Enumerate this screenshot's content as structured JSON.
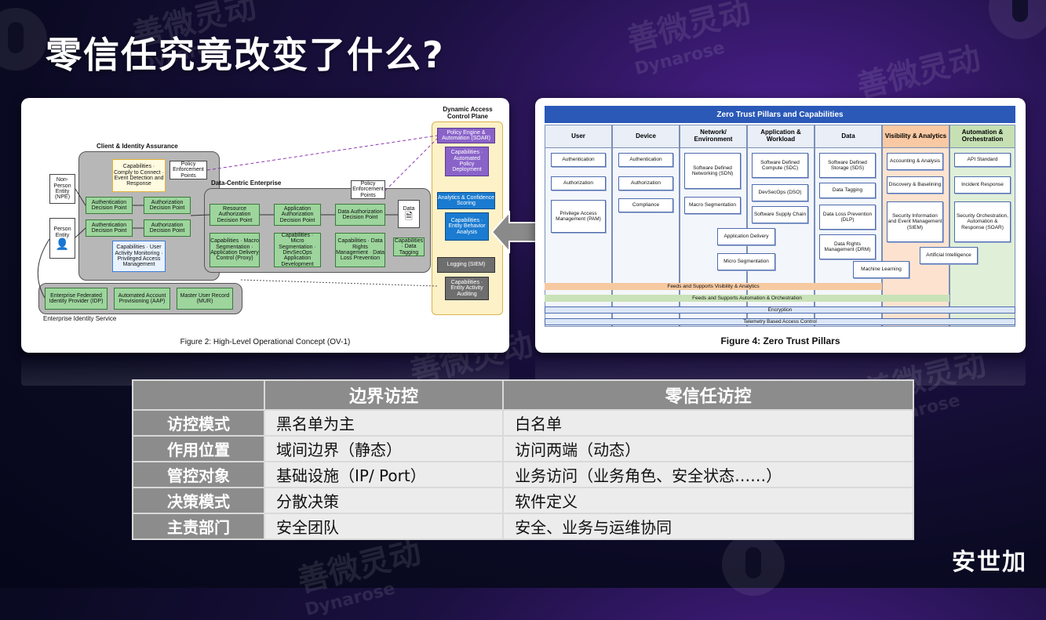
{
  "title": "零信任究竟改变了什么?",
  "logo": "安世加",
  "watermarks": [
    "善微灵动",
    "Dynarose"
  ],
  "left_figure": {
    "caption": "Figure 2: High-Level Operational Concept (OV-1)",
    "client_identity_group": "Client & Identity Assurance",
    "npe": "Non-Person Entity (NPE)",
    "person": "Person Entity",
    "authn_dp_1": "Authentication Decision Point",
    "authz_dp_1": "Authorization Decision Point",
    "authn_dp_2": "Authentication Decision Point",
    "authz_dp_2": "Authorization Decision Point",
    "cap_top": "Capabilities · Comply to Connect · Event Detection and Response",
    "cap_bottom": "Capabilities · User Activity Monitoring · Privileged Access Management",
    "pep_1": "Policy Enforcement Points",
    "data_centric": "Data-Centric Enterprise",
    "pep_2": "Policy Enforcement Points",
    "resource_dp": "Resource Authorization Decision Point",
    "app_dp": "Application Authorization Decision Point",
    "data_dp": "Data Authorization Decision Point",
    "data_label": "Data",
    "cap_resource": "Capabilities · Macro Segmentation · Application Delivery Control (Proxy)",
    "cap_app": "Capabilities · Micro Segmentation · DevSecOps Application Development",
    "cap_data": "Capabilities · Data Rights Management · Data Loss Prevention",
    "cap_tag": "Capabilities · Data Tagging",
    "dac_title": "Dynamic Access Control Plane",
    "policy_engine": "Policy Engine & Automation (SOAR)",
    "cap_policy": "Capabilities · Automated Policy Deployment",
    "analytics": "Analytics & Confidence Scoring",
    "cap_analytics": "Capabilities · Entity Behavior Analysis",
    "logging": "Logging (SIEM)",
    "cap_logging": "Capabilities · Entity Activity Auditing",
    "idp": "Enterprise Federated Identity Provider (IDP)",
    "aap": "Automated Account Provisioning (AAP)",
    "mur": "Master User Record (MUR)",
    "eis": "Enterprise Identity Service"
  },
  "right_figure": {
    "header": "Zero Trust Pillars and Capabilities",
    "caption": "Figure 4: Zero Trust Pillars",
    "columns": [
      "User",
      "Device",
      "Network/ Environment",
      "Application & Workload",
      "Data",
      "Visibility & Analytics",
      "Automation & Orchestration"
    ],
    "column_colors": [
      "#f3f6fb",
      "#f3f6fb",
      "#f3f6fb",
      "#f3f6fb",
      "#f3f6fb",
      "#fde3cf",
      "#e0efd8"
    ],
    "user_boxes": [
      "Authentication",
      "Authorization",
      "Privilege Access Management (PAM)"
    ],
    "device_boxes": [
      "Authentication",
      "Authorization",
      "Compliance"
    ],
    "network_boxes": [
      "Software Defined Networking (SDN)",
      "Macro Segmentation",
      "Application Delivery",
      "Micro Segmentation"
    ],
    "app_boxes": [
      "Software Defined Compute (SDC)",
      "DevSecOps (DSO)",
      "Software Supply Chain"
    ],
    "data_boxes": [
      "Software Defined Storage (SDS)",
      "Data Tagging",
      "Data Loss Prevention (DLP)",
      "Data Rights Management (DRM)"
    ],
    "vis_boxes": [
      "Accounting & Analysis",
      "Discovery & Baselining",
      "Security Information and Event Management (SIEM)",
      "Machine Learning",
      "Artificial Intelligence"
    ],
    "auto_boxes": [
      "API Standard",
      "Incident Response",
      "Security Orchestration, Automation & Response (SOAR)"
    ],
    "bars": [
      "Feeds and Supports Visibility & Analytics",
      "Feeds and Supports Automation & Orchestration",
      "Encryption",
      "Telemetry Based Access Control"
    ]
  },
  "table": {
    "headers": [
      "",
      "边界访控",
      "零信任访控"
    ],
    "rows": [
      {
        "label": "访控模式",
        "perimeter": "黑名单为主",
        "zero_trust": "白名单"
      },
      {
        "label": "作用位置",
        "perimeter": "域间边界（静态）",
        "zero_trust": "访问两端（动态）"
      },
      {
        "label": "管控对象",
        "perimeter": "基础设施（IP/ Port）",
        "zero_trust": "业务访问（业务角色、安全状态……）"
      },
      {
        "label": "决策模式",
        "perimeter": "分散决策",
        "zero_trust": "软件定义"
      },
      {
        "label": "主责部门",
        "perimeter": "安全团队",
        "zero_trust": "安全、业务与运维协同"
      }
    ]
  }
}
